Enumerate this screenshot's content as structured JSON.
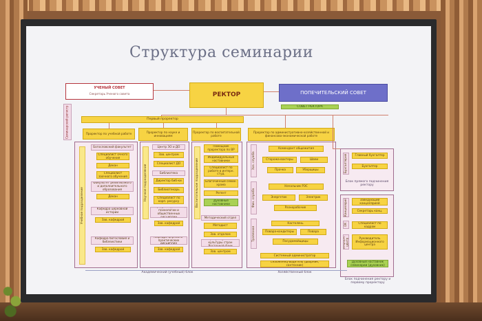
{
  "slide": {
    "title": "Структура семинарии",
    "council": {
      "title": "УЧЕНЫЙ СОВЕТ",
      "secretary": "Секретарь Ученого совета"
    },
    "rector": "РЕКТОР",
    "trustees": "ПОПЕЧИТЕЛЬСКИЙ СОВЕТ",
    "rector_council": "СОВЕТ РЕКТОРА",
    "left_vertical": "Семинарский регистр",
    "first_prorector": "Первый проректор",
    "columns": {
      "academic": {
        "head": "Проректор по учебной работе",
        "side": "Учебное подразделение",
        "items": [
          "Богословский факультет",
          "Специалист очного обучения",
          "Декан",
          "Специалист заочного обучения",
          "Факультет религиозного и дополнительного образования",
          "Декан",
          "Кафедра церковной истории",
          "Зав. кафедрой",
          "Кафедра богословия и библеистики",
          "Зав. кафедрой"
        ]
      },
      "science": {
        "head": "Проректор по науке и инновациям",
        "side": "Научное подразделение",
        "items": [
          "Центр ЗО и ДО",
          "Зав. центром",
          "Специалист ДО",
          "Библиотека",
          "Директор биб-ки",
          "Библиотекарь",
          "Специалист по корп. ресурсу",
          "Кафедра педагогики, психологии и общественных дисциплин",
          "Зав. кафедрой",
          "Кафедра церковно-практических дисциплин",
          "Зав. кафедрой"
        ]
      },
      "education": {
        "head": "Проректор по воспитательной работе",
        "side": "Воспитательное подразделение",
        "items": [
          "Помощник проректора по ВР",
          "Индивидуальные наставники",
          "Специалист по работе в интерн. студ.",
          "Благочинный семин. храма",
          "Регент",
          "Духовные наставники",
          "Методический отдел",
          "Методист",
          "Зав. отделом",
          "Центр изучения культуры стран Восточной Азии",
          "Зав. центром"
        ]
      },
      "admin": {
        "head": "Проректор по административно-хозяйственной и финансово-экономической работе",
        "sections": [
          "Хоз. служба",
          "Фин. служба",
          "Трапезная"
        ],
        "items": [
          "Комендант общежития",
          "Сторожа-вахтеры",
          "Швеи",
          "Прачка",
          "Уборщицы",
          "Начальник РЭС",
          "Энергетик",
          "Электрик",
          "Разнорабочие",
          "Кастелянь",
          "Повара-кондитеры",
          "Повара",
          "Посудомойщицы",
          "Системный администратор",
          "Снабженец-водитель (дворник, сантехник)"
        ]
      },
      "right": {
        "sections": [
          "Бухгалтерия",
          "Канцелярия",
          "ОК",
          "Информ. центр"
        ],
        "items": [
          "Главный бухгалтер",
          "Бухгалтер",
          "Заведующий канцелярией",
          "Секретарь канц.",
          "Специалист по кадрам",
          "Руководитель Информационного центра",
          "Духовный наставник семинарии (духовник)"
        ]
      }
    },
    "block_captions": {
      "academic": "Академический (учебный) блок",
      "household": "Хозяйственный блок",
      "direct": "Блок прямого подчинения ректору",
      "subordinate": "Блок подчинения ректору и первому проректору"
    }
  }
}
